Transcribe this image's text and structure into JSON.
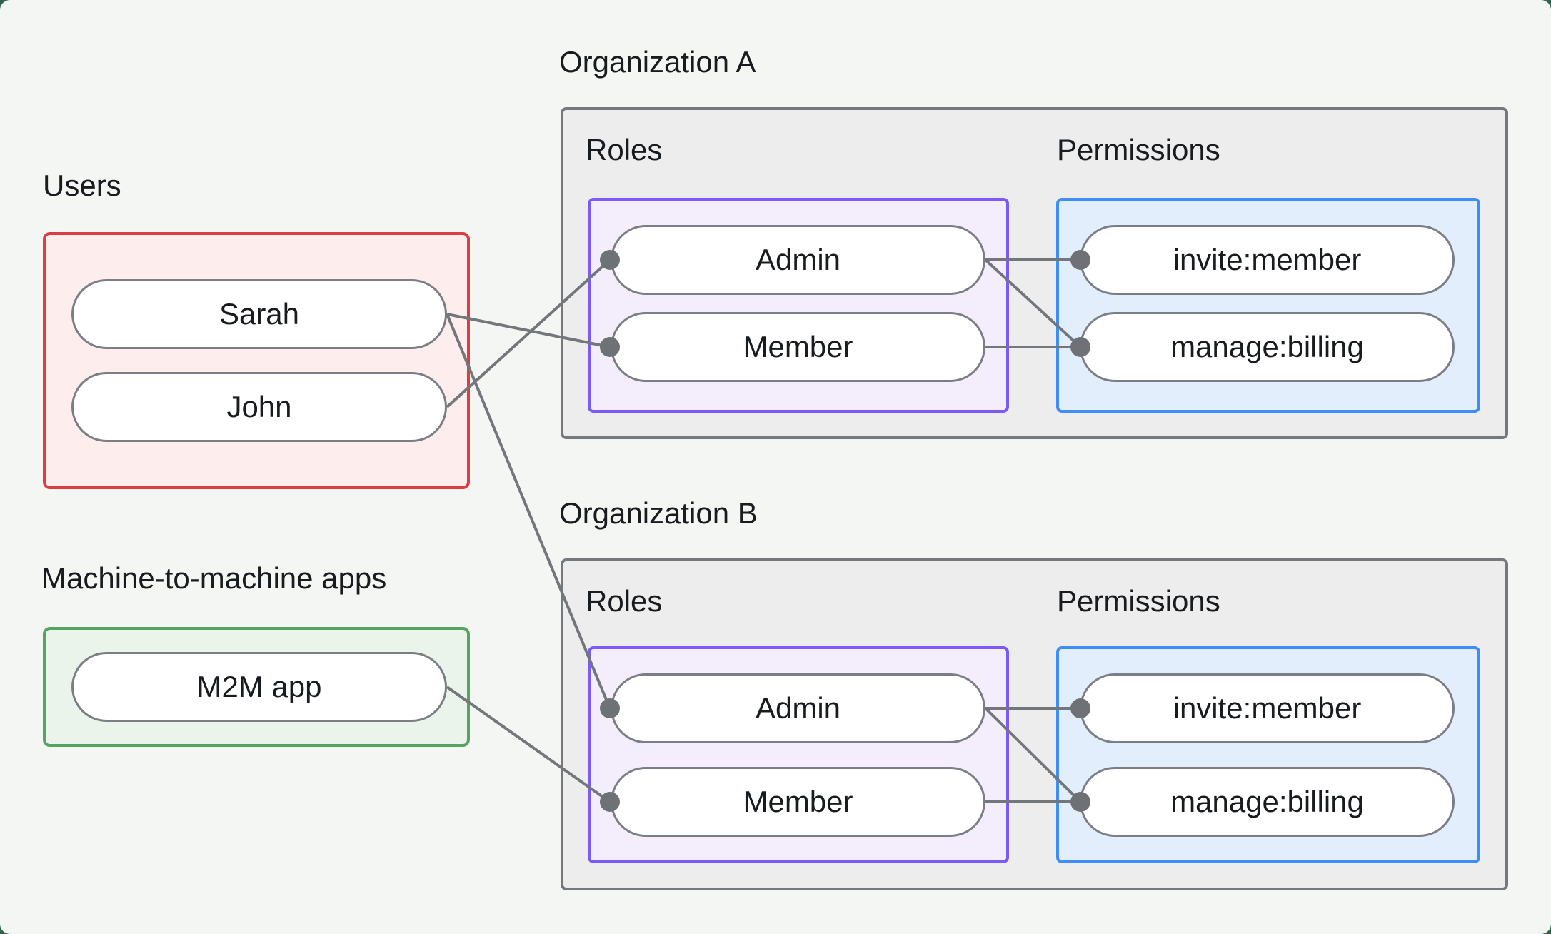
{
  "page": {
    "background": "#f3f6f3",
    "outer_background": "#31624c"
  },
  "palette": {
    "users_box_border": "#dc3d42",
    "users_box_fill": "#fdeded",
    "m2m_box_border": "#57a362",
    "m2m_box_fill": "#eaf4ea",
    "org_box_border": "#75797e",
    "org_box_fill": "#ededee",
    "roles_box_border": "#7a5af8",
    "roles_box_fill": "#f4eefc",
    "permissions_box_border": "#3e8ef9",
    "permissions_box_fill": "#e2eefb",
    "node_border": "#7b7f85",
    "node_fill": "#ffffff",
    "connector": "#73777c",
    "text": "#191c1f"
  },
  "users_section": {
    "label": "Users",
    "users": [
      "Sarah",
      "John"
    ]
  },
  "m2m_section": {
    "label": "Machine-to-machine apps",
    "apps": [
      "M2M app"
    ]
  },
  "organizations": [
    {
      "label": "Organization A",
      "roles_label": "Roles",
      "permissions_label": "Permissions",
      "roles": [
        "Admin",
        "Member"
      ],
      "permissions": [
        "invite:member",
        "manage:billing"
      ]
    },
    {
      "label": "Organization B",
      "roles_label": "Roles",
      "permissions_label": "Permissions",
      "roles": [
        "Admin",
        "Member"
      ],
      "permissions": [
        "invite:member",
        "manage:billing"
      ]
    }
  ],
  "connections": {
    "user_to_role": [
      {
        "from": "Sarah",
        "to_org": "Organization A",
        "to_role": "Member"
      },
      {
        "from": "John",
        "to_org": "Organization A",
        "to_role": "Admin"
      },
      {
        "from": "Sarah",
        "to_org": "Organization B",
        "to_role": "Admin"
      },
      {
        "from": "M2M app",
        "to_org": "Organization B",
        "to_role": "Member"
      }
    ],
    "role_to_permission": [
      {
        "org": "Organization A",
        "from": "Admin",
        "to": "invite:member"
      },
      {
        "org": "Organization A",
        "from": "Admin",
        "to": "manage:billing"
      },
      {
        "org": "Organization A",
        "from": "Member",
        "to": "manage:billing"
      },
      {
        "org": "Organization B",
        "from": "Admin",
        "to": "invite:member"
      },
      {
        "org": "Organization B",
        "from": "Admin",
        "to": "manage:billing"
      },
      {
        "org": "Organization B",
        "from": "Member",
        "to": "manage:billing"
      }
    ]
  }
}
